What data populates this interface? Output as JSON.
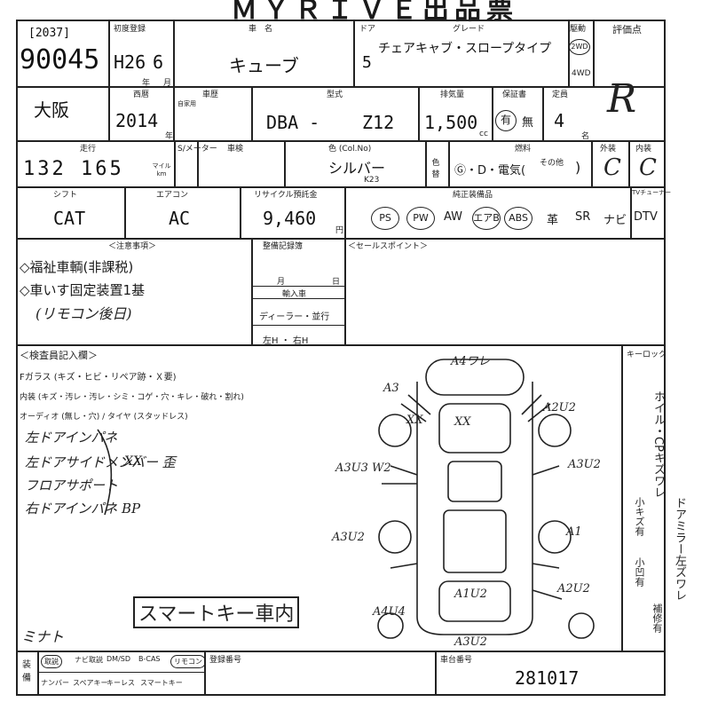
{
  "header": {
    "title": "ＭＹＲＩＶＥ出品票"
  },
  "lot": {
    "bracket": "[2037]",
    "number": "90045"
  },
  "registration": {
    "label": "初度登録",
    "era": "H26",
    "month": "6",
    "year_unit": "年",
    "month_unit": "月"
  },
  "car_name": {
    "label": "車　名",
    "value": "キューブ"
  },
  "doors": {
    "label": "ドア",
    "value": "5"
  },
  "grade": {
    "label": "グレード",
    "value": "チェアキャブ・スロープタイプ"
  },
  "drive": {
    "label": "駆動",
    "two": "2WD",
    "four": "4WD"
  },
  "score": {
    "label": "評価点",
    "value": "R"
  },
  "region": {
    "value": "大阪"
  },
  "model_year": {
    "label": "西暦",
    "value": "2014",
    "unit": "年"
  },
  "inspection": {
    "label": "車歴",
    "note": "自家用"
  },
  "model": {
    "label": "型式",
    "prefix": "DBA -",
    "code": "Z12"
  },
  "displacement": {
    "label": "排気量",
    "value": "1,500",
    "unit": "cc"
  },
  "warranty": {
    "label": "保証書",
    "yes": "有",
    "no": "無"
  },
  "capacity": {
    "label": "定員",
    "value": "4",
    "unit": "名"
  },
  "mileage": {
    "label": "走行",
    "value": "132 165",
    "unit": "マイル km",
    "meter": "S/メーター"
  },
  "shaken": {
    "label": "車検"
  },
  "color": {
    "label": "色 (Col.No)",
    "value": "シルバー",
    "code": "K23",
    "repaint": "色替"
  },
  "fuel": {
    "label": "燃料",
    "options": "Ⓖ・D・電気(",
    "other": "その他",
    "close": ")"
  },
  "exterior": {
    "label": "外装",
    "value": "C"
  },
  "interior": {
    "label": "内装",
    "value": "C"
  },
  "shift": {
    "label": "シフト",
    "value": "CAT"
  },
  "aircon": {
    "label": "エアコン",
    "value": "AC"
  },
  "recycle": {
    "label": "リサイクル預託金",
    "value": "9,460",
    "unit": "円"
  },
  "equipment": {
    "label": "純正装備品",
    "items": [
      "PS",
      "PW",
      "AW",
      "エアB",
      "ABS",
      "革",
      "SR",
      "ナビ",
      "DTV"
    ],
    "circled": [
      "PS",
      "PW",
      "エアB",
      "ABS"
    ],
    "tv_label": "TVチューナー"
  },
  "notes": {
    "label": "＜注意事項＞",
    "lines": [
      "◇福祉車輌(非課税)",
      "◇車いす固定装置1基",
      "(リモコン後日)"
    ]
  },
  "record_book": {
    "label": "整備記録簿",
    "month": "月",
    "day": "日",
    "import_label": "輸入車",
    "dealer": "ディーラー・並行",
    "handle": "左H ・ 右H"
  },
  "sales_point": {
    "label": "＜セールスポイント＞"
  },
  "inspector": {
    "label": "＜検査員記入欄＞",
    "glass": "Fガラス (キズ・ヒビ・リペア跡・Ｘ要)",
    "interior_line": "内装 (キズ・汚レ・汚レ・シミ・コゲ・穴・キレ・破れ・割れ)",
    "audio": "オーディオ (無し・穴) / タイヤ (スタッドレス)",
    "hand_notes": [
      "左ドアインパネ",
      "左ドアサイドメンバー 歪",
      "フロアサポート",
      "右ドアインパネ BP"
    ],
    "xx": "XX",
    "smart_key": "スマートキー車内",
    "signature": "ミナト"
  },
  "diagram": {
    "marks": [
      "A4ワレ",
      "A3",
      "A2U2",
      "XX",
      "XX",
      "A3U2",
      "A3U3 W2",
      "A3U2",
      "A1",
      "A2U2",
      "A1U2",
      "A4U4",
      "A3U2"
    ]
  },
  "key_lock": {
    "label": "キーロック"
  },
  "side_notes": {
    "col1": "ホイル・CPキズワレ",
    "col2": "小キズ有",
    "col3": "ドアミラー左ズワレ",
    "col4": "小凹有",
    "col5": "補修有"
  },
  "footer": {
    "group_label": "装備",
    "items_row1": [
      "取説",
      "ナビ取説",
      "DM/SD",
      "B-CAS",
      "リモコン"
    ],
    "items_row2": [
      "ナンバー",
      "スペアキー",
      "キーレス",
      "スマートキー"
    ],
    "reg_label": "登録番号",
    "chassis_label": "車台番号",
    "chassis_value": "281017"
  }
}
